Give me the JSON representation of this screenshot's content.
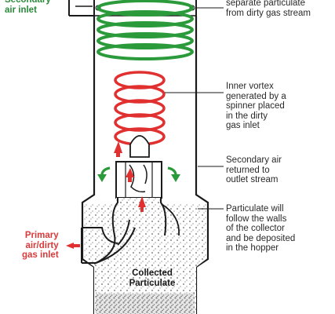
{
  "labels": {
    "secondary_inlet": "Secondary\nair inlet",
    "separate": "separate particulate\nfrom dirty gas stream",
    "inner_vortex": "Inner vortex\ngenerated by a\nspinner placed\nin the dirty\ngas inlet",
    "secondary_return": "Secondary air\nreturned to\noutlet stream",
    "particulate_follow": "Particulate will\nfollow the walls\nof the collector\nand be deposited\nin the hopper",
    "primary_inlet": "Primary\nair/dirty\ngas inlet",
    "collected": "Collected\nParticulate"
  },
  "colors": {
    "green": "#2a9a3a",
    "red": "#e03030",
    "outline": "#1a1a1a",
    "dust": "#9a9a9a"
  }
}
